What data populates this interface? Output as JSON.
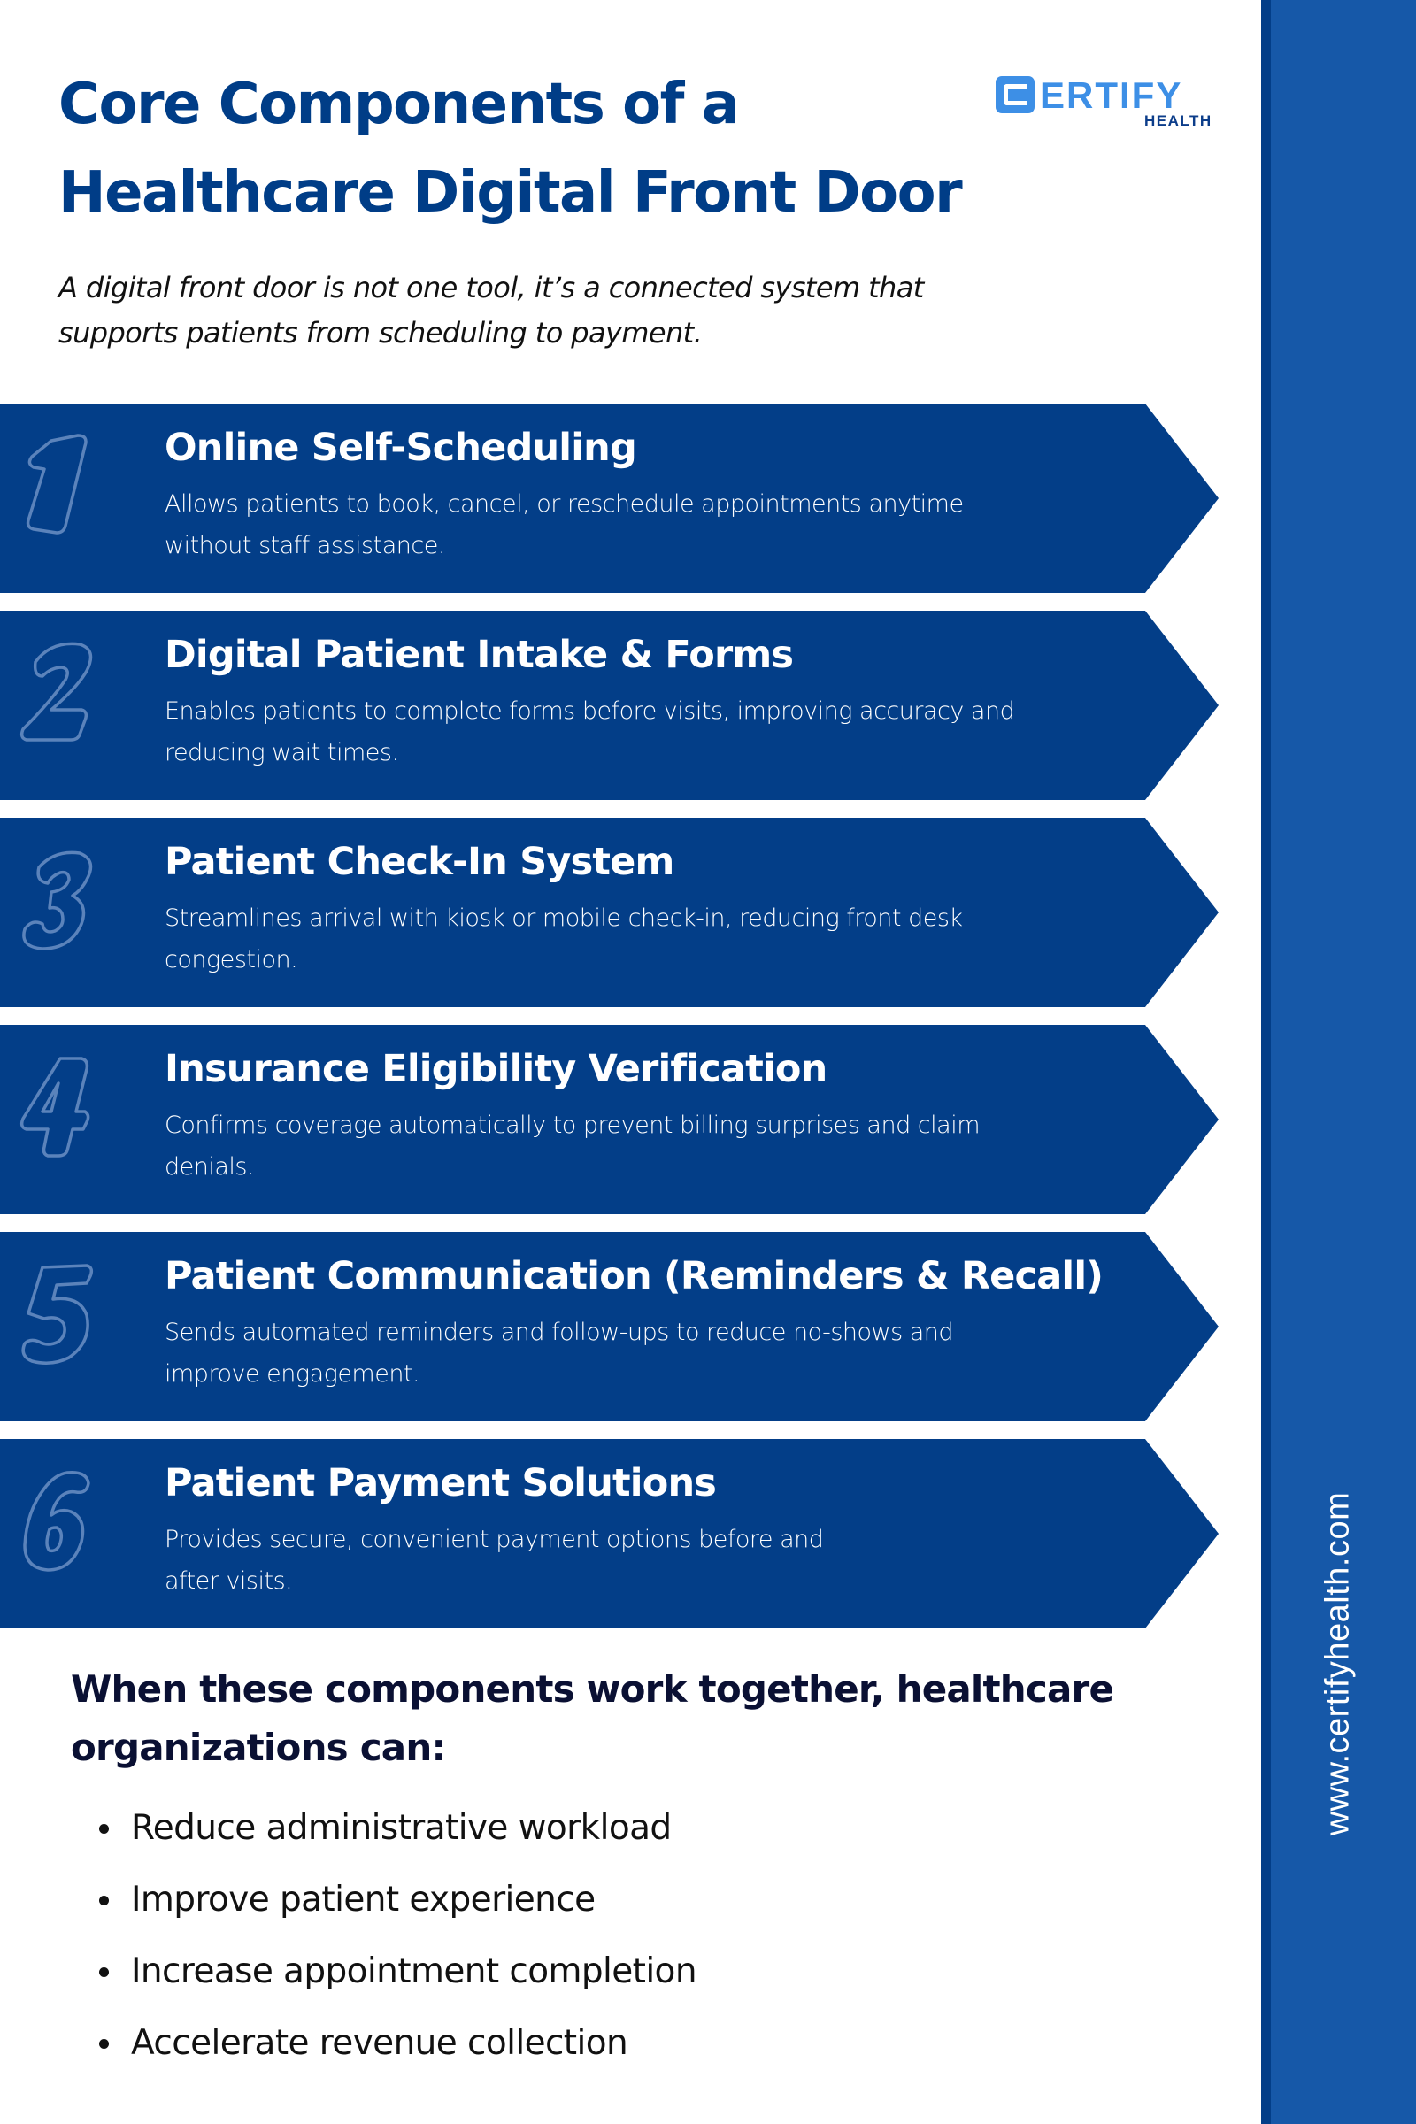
{
  "header": {
    "title_line1": "Core Components of a",
    "title_line2": "Healthcare Digital Front Door",
    "subtitle_line1": "A digital front door is not one tool, it’s a connected system that",
    "subtitle_line2": "supports patients from scheduling to payment."
  },
  "logo": {
    "word": "ERTIFY",
    "sub": "HEALTH",
    "icon": "c-square-logo-icon",
    "color_primary": "#3d8fe6",
    "color_secondary": "#0c3d8a"
  },
  "components": [
    {
      "number": "1",
      "title": "Online Self-Scheduling",
      "desc_line1": "Allows patients to book, cancel, or reschedule appointments anytime",
      "desc_line2": "without staff assistance."
    },
    {
      "number": "2",
      "title": "Digital Patient Intake & Forms",
      "desc_line1": "Enables patients to complete forms before visits, improving accuracy and",
      "desc_line2": "reducing wait times."
    },
    {
      "number": "3",
      "title": "Patient Check-In System",
      "desc_line1": "Streamlines arrival with kiosk or mobile check-in, reducing front desk",
      "desc_line2": "congestion."
    },
    {
      "number": "4",
      "title": "Insurance Eligibility Verification",
      "desc_line1": "Confirms coverage automatically to prevent billing surprises and claim",
      "desc_line2": "denials."
    },
    {
      "number": "5",
      "title": "Patient Communication (Reminders & Recall)",
      "desc_line1": "Sends automated reminders and follow-ups to reduce no-shows and",
      "desc_line2": "improve engagement."
    },
    {
      "number": "6",
      "title": "Patient Payment Solutions",
      "desc_line1": "Provides secure, convenient payment options before and",
      "desc_line2": "after visits."
    }
  ],
  "outro": {
    "heading_line1": "When these components work together, healthcare",
    "heading_line2": "organizations can:",
    "benefits": [
      "Reduce administrative workload",
      "Improve patient experience",
      "Increase appointment completion",
      "Accelerate revenue collection"
    ]
  },
  "sidebar": {
    "url": "www.certifyhealth.com"
  },
  "colors": {
    "band": "#033e88",
    "title": "#003d87",
    "sidebar": "#1658a8",
    "sidebar_edge": "#033e88",
    "number_outline": "#5b83bb",
    "outro_heading": "#0a1033"
  }
}
